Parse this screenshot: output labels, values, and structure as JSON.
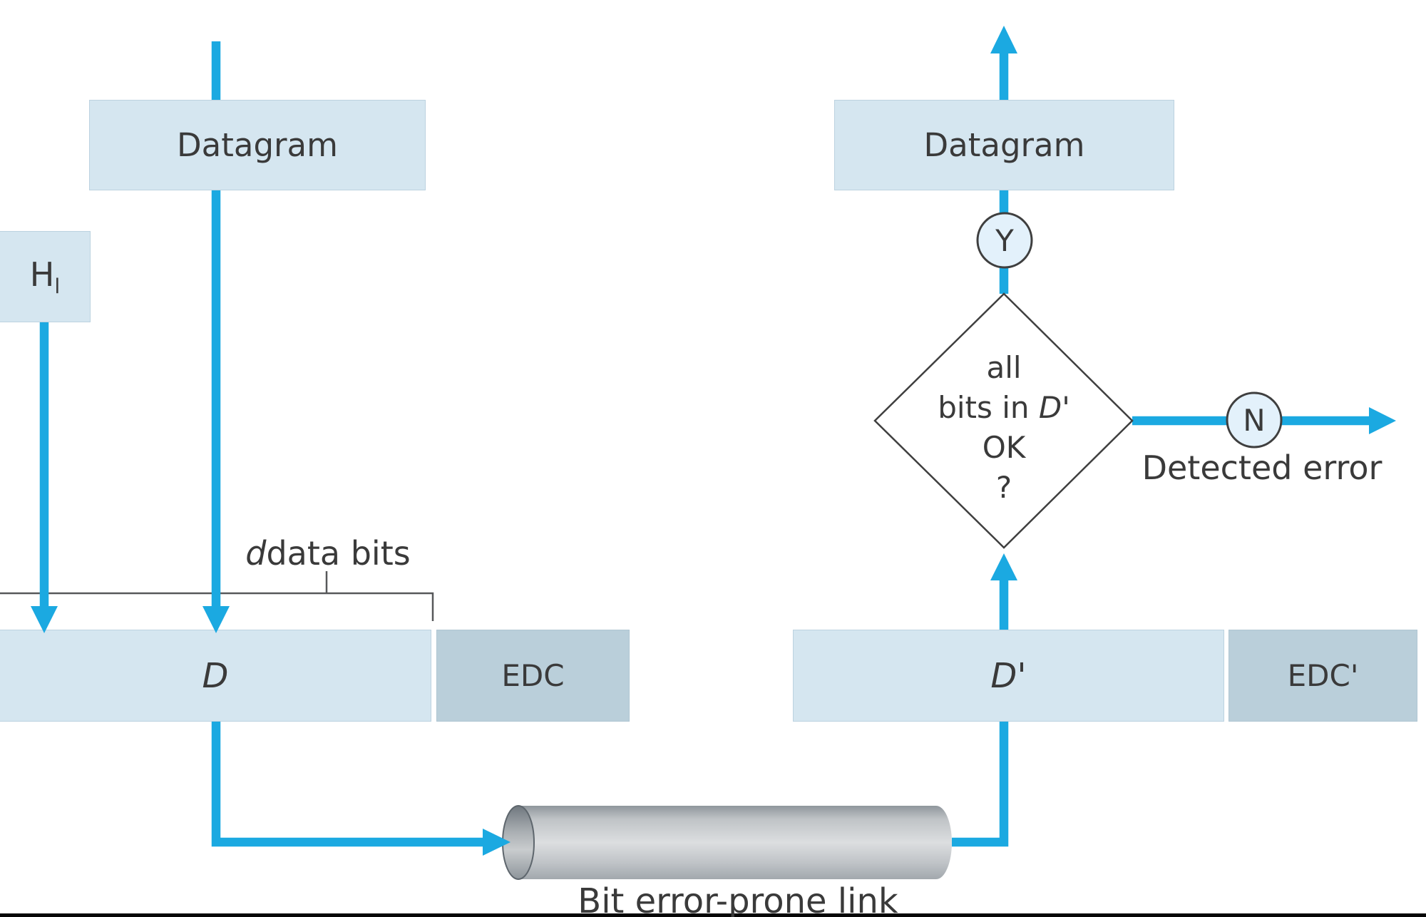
{
  "left": {
    "datagram": "Datagram",
    "header": {
      "main": "H",
      "sub": "l"
    },
    "bracket": {
      "italic": "d",
      "rest": " data bits"
    },
    "payload": "D",
    "edc": "EDC"
  },
  "right": {
    "datagram": "Datagram",
    "payload": "D'",
    "edc": "EDC'",
    "yes": "Y",
    "no": "N",
    "decision": {
      "line1": "all",
      "line2_pre": "bits in ",
      "line2_italic": "D'",
      "line3": "OK",
      "line4": "?"
    },
    "detected_error": "Detected error"
  },
  "link": {
    "label": "Bit error-prone link"
  },
  "colors": {
    "arrow_blue": "#1BA9E1",
    "box_fill": "#D5E6F0",
    "edc_fill": "#BACFDA",
    "circle_fill": "#E3F1FB",
    "outline": "#3F3F3F",
    "text": "#3A3A3A"
  }
}
